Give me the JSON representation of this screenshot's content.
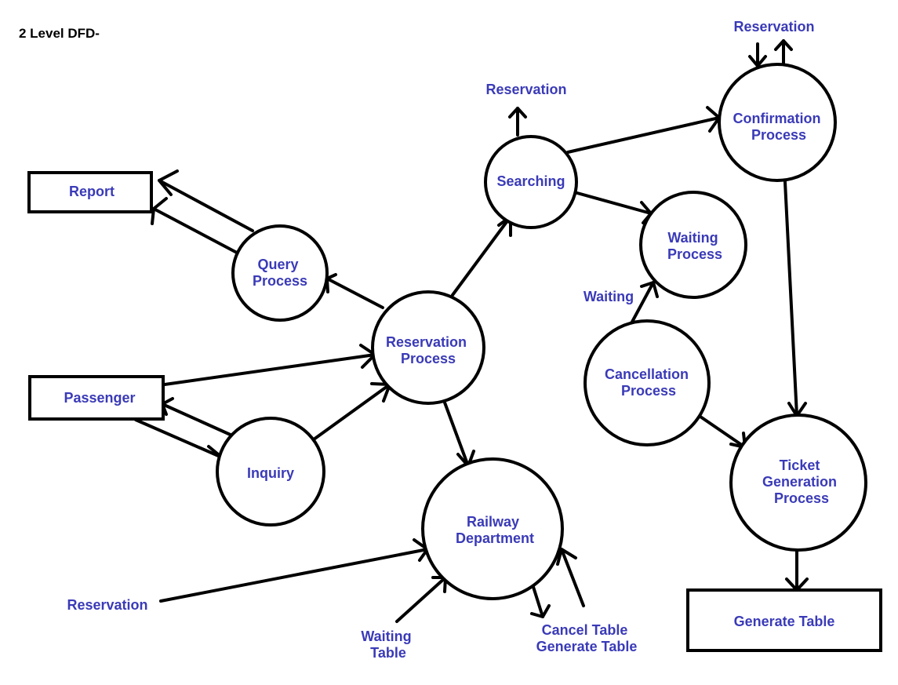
{
  "title": "2 Level DFD-",
  "colors": {
    "text": "#3a3ab8",
    "stroke": "#000000",
    "background": "#ffffff"
  },
  "entities": {
    "report": "Report",
    "passenger": "Passenger",
    "generate_table": "Generate Table"
  },
  "processes": {
    "query": [
      "Query",
      "Process"
    ],
    "inquiry": [
      "Inquiry"
    ],
    "reservation": [
      "Reservation",
      "Process"
    ],
    "searching": [
      "Searching"
    ],
    "railway": [
      "Railway",
      "Department"
    ],
    "waiting": [
      "Waiting",
      "Process"
    ],
    "cancellation": [
      "Cancellation",
      "Process"
    ],
    "confirmation": [
      "Confirmation",
      "Process"
    ],
    "ticket": [
      "Ticket",
      "Generation",
      "Process"
    ]
  },
  "flow_labels": {
    "reservation_top_right": "Reservation",
    "reservation_top_mid": "Reservation",
    "waiting": "Waiting",
    "reservation_bottom_left": "Reservation",
    "waiting_table": [
      "Waiting",
      "Table"
    ],
    "cancel_generate_table": [
      "Cancel Table",
      "Generate Table"
    ]
  }
}
